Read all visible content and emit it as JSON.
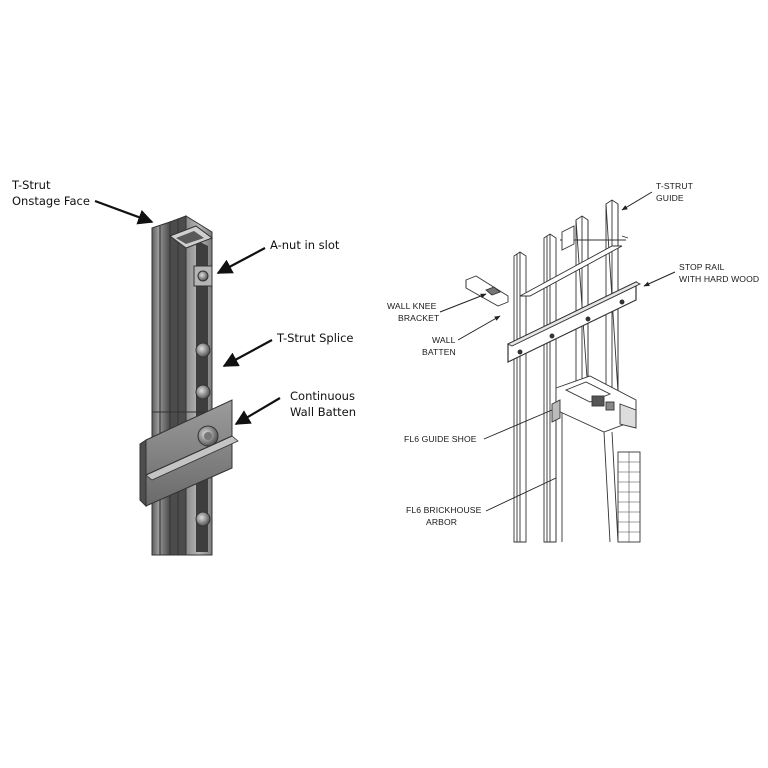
{
  "left_figure": {
    "labels": {
      "onstage_face_line1": "T-Strut",
      "onstage_face_line2": "Onstage Face",
      "a_nut": "A-nut in slot",
      "splice": "T-Strut Splice",
      "batten_line1": "Continuous",
      "batten_line2": "Wall Batten"
    }
  },
  "right_figure": {
    "labels": {
      "tstrut_guide_line1": "T-STRUT",
      "tstrut_guide_line2": "GUIDE",
      "stop_rail_line1": "STOP RAIL",
      "stop_rail_line2": "WITH HARD WOOD",
      "wall_knee_line1": "WALL KNEE",
      "wall_knee_line2": "BRACKET",
      "wall_batten_line1": "WALL",
      "wall_batten_line2": "BATTEN",
      "guide_shoe": "FL6 GUIDE SHOE",
      "arbor_line1": "FL6 BRICKHOUSE",
      "arbor_line2": "ARBOR"
    }
  }
}
